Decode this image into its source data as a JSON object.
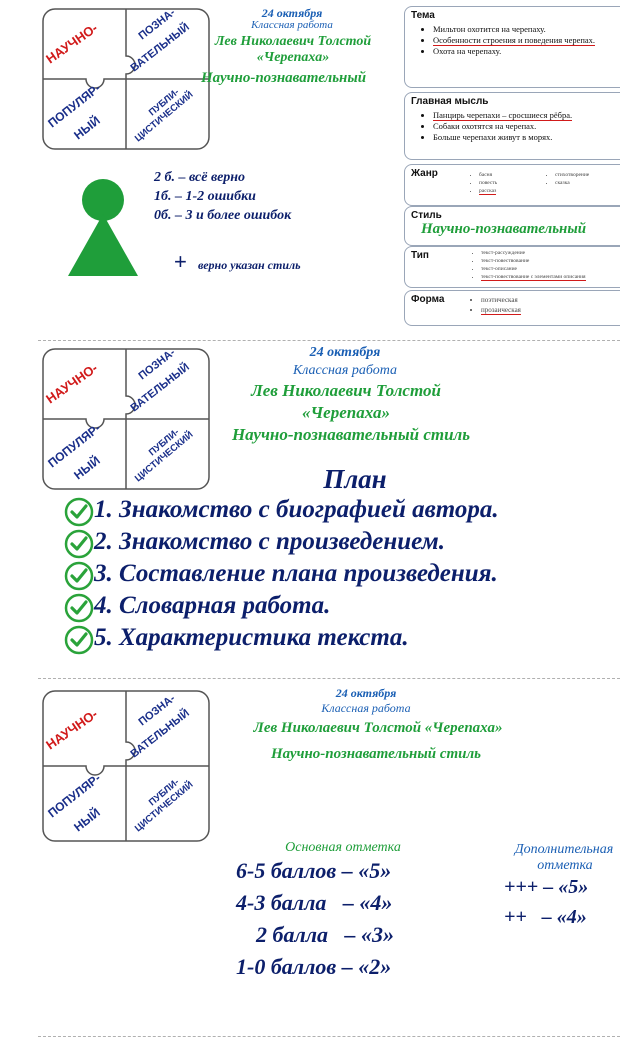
{
  "puzzle": {
    "top_left": [
      "НАУЧНО-"
    ],
    "top_right": [
      "ПОЗНА-",
      "ВАТЕЛЬНЫЙ"
    ],
    "bottom_left": [
      "ПОПУЛЯР-",
      "НЫЙ"
    ],
    "bottom_right": [
      "ПУБЛИ-",
      "ЦИСТИЧЕСКИЙ"
    ]
  },
  "slide1": {
    "date": "24 октября",
    "work": "Классная работа",
    "author": "Лев Николаевич Толстой",
    "title": "«Черепаха»",
    "style": "Научно-познавательный",
    "grading": [
      "2 б. – всё верно",
      "1б. – 1-2 ошибки",
      "0б. – 3 и более ошибок"
    ],
    "plus_sign": "+",
    "plus_text": "верно указан стиль",
    "cards": {
      "theme": {
        "title": "Тема",
        "items": [
          "Мильтон охотится на черепаху.",
          "Особенности строения и поведения черепах.",
          "Охота на черепаху."
        ]
      },
      "main_idea": {
        "title": "Главная мысль",
        "items": [
          "Панцирь черепахи – сросшиеся рёбра.",
          "Собаки охотятся на черепах.",
          "Больше черепахи живут в морях."
        ]
      },
      "genre": {
        "title": "Жанр",
        "col1": [
          "басня",
          "повесть",
          "рассказ"
        ],
        "col2": [
          "стихотворение",
          "сказка"
        ]
      },
      "style": {
        "title": "Стиль",
        "value": "Научно-познавательный"
      },
      "type": {
        "title": "Тип",
        "items": [
          "текст-рассуждение",
          "текст-повествование",
          "текст-описание",
          "текст-повествование с элементами описания"
        ]
      },
      "form": {
        "title": "Форма",
        "items": [
          "поэтическая",
          "прозаическая"
        ]
      }
    }
  },
  "slide2": {
    "date": "24 октября",
    "work": "Классная работа",
    "author": "Лев Николаевич Толстой",
    "title": "«Черепаха»",
    "style": "Научно-познавательный стиль",
    "plan_title": "План",
    "plan": [
      "1. Знакомство с биографией автора.",
      "2. Знакомство с произведением.",
      "3. Составление плана произведения.",
      "4. Словарная работа.",
      "5. Характеристика текста."
    ]
  },
  "slide3": {
    "date": "24 октября",
    "work": "Классная работа",
    "author_title": "Лев Николаевич Толстой «Черепаха»",
    "style": "Научно-познавательный стиль",
    "main_mark_label": "Основная отметка",
    "main_marks": [
      "6-5 баллов – «5»",
      "4-3 балла   – «4»",
      "2 балла   – «3»",
      "1-0 баллов – «2»"
    ],
    "extra_mark_label": [
      "Дополнительная",
      "отметка"
    ],
    "extra_marks": [
      "+++ – «5»",
      "++   – «4»"
    ]
  },
  "colors": {
    "blue": "#1a5fb4",
    "green": "#1f9e3a",
    "navy": "#0c1f6b",
    "red": "#d11a1a"
  }
}
